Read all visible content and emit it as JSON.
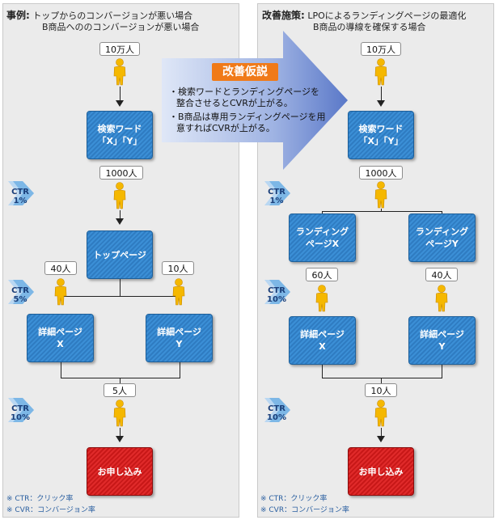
{
  "left": {
    "header_label": "事例:",
    "header_line1": "トップからのコンバージョンが悪い場合",
    "header_line2": "B商品へののコンバージョンが悪い場合",
    "count_top": "10万人",
    "box_search_line1": "検索ワード",
    "box_search_line2": "「X」「Y」",
    "count_1000": "1000人",
    "ctr1_line1": "CTR",
    "ctr1_line2": "1%",
    "box_top": "トップページ",
    "count_40": "40人",
    "count_10": "10人",
    "ctr2_line1": "CTR",
    "ctr2_line2": "5%",
    "box_detail_x_line1": "詳細ページ",
    "box_detail_x_line2": "X",
    "box_detail_y_line1": "詳細ページ",
    "box_detail_y_line2": "Y",
    "count_5": "5人",
    "ctr3_line1": "CTR",
    "ctr3_line2": "10%",
    "box_apply": "お申し込み",
    "note1": "※ CTR：クリック率",
    "note2": "※ CVR：コンバージョン率"
  },
  "hypothesis": {
    "title": "改善仮説",
    "bullet1": "・検索ワードとランディングページを整合させるとCVRが上がる。",
    "bullet2": "・B商品は専用ランディングページを用意すればCVRが上がる。"
  },
  "right": {
    "header_label": "改善施策:",
    "header_line1": "LPOによるランディングページの最適化",
    "header_line2": "B商品の導線を確保する場合",
    "count_top": "10万人",
    "box_search_line1": "検索ワード",
    "box_search_line2": "「X」「Y」",
    "count_1000": "1000人",
    "ctr1_line1": "CTR",
    "ctr1_line2": "1%",
    "box_lp_x_line1": "ランディング",
    "box_lp_x_line2": "ページX",
    "box_lp_y_line1": "ランディング",
    "box_lp_y_line2": "ページY",
    "count_60": "60人",
    "count_40": "40人",
    "ctr2_line1": "CTR",
    "ctr2_line2": "10%",
    "box_detail_x_line1": "詳細ページ",
    "box_detail_x_line2": "X",
    "box_detail_y_line1": "詳細ページ",
    "box_detail_y_line2": "Y",
    "count_10": "10人",
    "ctr3_line1": "CTR",
    "ctr3_line2": "10%",
    "box_apply": "お申し込み",
    "note1": "※ CTR：クリック率",
    "note2": "※ CVR：コンバージョン率"
  },
  "colors": {
    "box_blue": "#2f7cc2",
    "box_red": "#d21f1f",
    "person": "#f5b800",
    "hypothesis_arrow": "#5a78c8",
    "hypothesis_title": "#f07a18"
  }
}
